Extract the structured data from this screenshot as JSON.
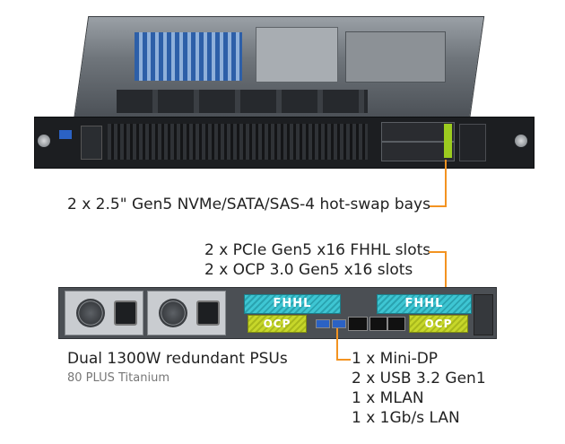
{
  "front_callout": "2 x 2.5\" Gen5 NVMe/SATA/SAS-4 hot-swap bays",
  "expansion_callout": [
    "2 x PCIe Gen5 x16 FHHL slots",
    "2 x OCP 3.0 Gen5 x16 slots"
  ],
  "psu_callout": {
    "title": "Dual 1300W redundant PSUs",
    "subtitle": "80 PLUS Titanium"
  },
  "io_callout": [
    "1 x Mini-DP",
    "2 x USB 3.2 Gen1",
    "1 x MLAN",
    "1 x 1Gb/s LAN"
  ],
  "slot_labels": {
    "fhhl": "FHHL",
    "ocp": "OCP"
  },
  "colors": {
    "callout_line": "#f39321",
    "fhhl": "#3ec6d3",
    "ocp": "#c7d72a",
    "drive_latch": "#9ccc1f"
  }
}
